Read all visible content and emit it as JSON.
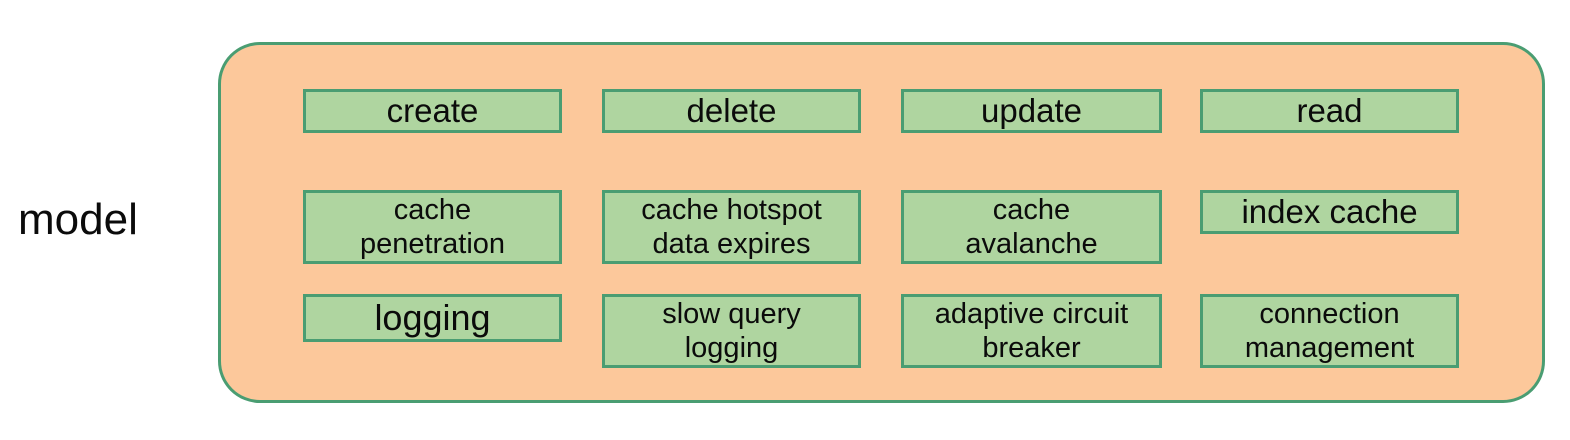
{
  "diagram": {
    "side_label": "model",
    "container_name": "model-group",
    "colors": {
      "container_fill": "#FCC89B",
      "container_border": "#4A9D72",
      "node_fill": "#AFD5A0",
      "node_border": "#4A9D72",
      "text": "#0b0b0b",
      "page_background": "#ffffff"
    },
    "rows": [
      {
        "row_name": "operations",
        "cells": [
          {
            "label": "create",
            "lines": 1
          },
          {
            "label": "delete",
            "lines": 1
          },
          {
            "label": "update",
            "lines": 1
          },
          {
            "label": "read",
            "lines": 1
          }
        ]
      },
      {
        "row_name": "caching-concerns",
        "cells": [
          {
            "label": "cache\npenetration",
            "lines": 2
          },
          {
            "label": "cache hotspot\ndata expires",
            "lines": 2
          },
          {
            "label": "cache\navalanche",
            "lines": 2
          },
          {
            "label": "index cache",
            "lines": 1
          }
        ]
      },
      {
        "row_name": "observability-and-resilience",
        "cells": [
          {
            "label": "logging",
            "lines": 1
          },
          {
            "label": "slow query\nlogging",
            "lines": 2
          },
          {
            "label": "adaptive circuit\nbreaker",
            "lines": 2
          },
          {
            "label": "connection\nmanagement",
            "lines": 2
          }
        ]
      }
    ]
  }
}
